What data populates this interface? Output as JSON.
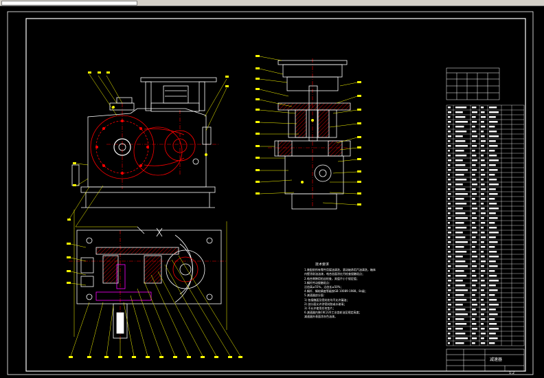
{
  "window": {
    "toolbar_field_value": ""
  },
  "colors": {
    "background": "#000000",
    "frame": "#ffffff",
    "outline": "#ffffff",
    "centerline": "#ff0000",
    "annotation": "#ffff00",
    "hatch": "#ff0000",
    "parts": "#ff00ff",
    "dimension": "#00ffff"
  },
  "technical_notes": {
    "title": "技术要求",
    "lines": [
      "1.装配前所有零件用煤油清洗，滚动轴承用汽油清洗，箱体",
      "  内壁涂耐油油漆，啮合齿面涂红丹检查接触斑点；",
      "2.啮合侧隙用铅丝检查，其值不小于规定值；",
      "3.蜗杆传动接触斑点：",
      "  沿齿高≥55%，沿齿长≥50%；",
      "4.蜗杆、蜗轮精度等级按GB 10089-1988，8c级；",
      "5.减速器剖分面：",
      "  1) 各接触面及密封处均不允许漏油；",
      "  2) 剖分面允许涂密封胶或水玻璃；",
      "  3) 不允许使用任何垫片；",
      "6.减速器内装CKC220工业齿轮油至规定高度；",
      "  减速器外表面涂灰色油漆。"
    ]
  },
  "title_block": {
    "drawing_name": "减速器",
    "scale": "1:2"
  }
}
